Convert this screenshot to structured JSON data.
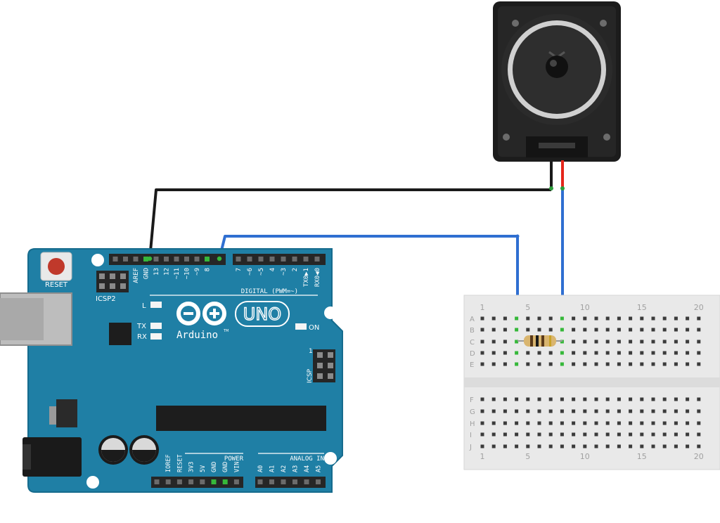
{
  "colors": {
    "board": "#1f7fa5",
    "board_edge": "#166b8d",
    "wire_black": "#1a1a1a",
    "wire_blue": "#2f6fd1",
    "wire_red": "#e5261b",
    "header": "#262626",
    "breadboard": "#e9e9e9",
    "hole": "#3b3b3b",
    "hole_active": "#36b83a",
    "speaker": "#1c1c1c",
    "silk": "#ffffff"
  },
  "arduino": {
    "reset_label": "RESET",
    "icsp2_label": "ICSP2",
    "icsp_label": "ICSP",
    "icsp_pin1": "1",
    "logo_uno": "UNO",
    "logo_name": "Arduino",
    "logo_tm": "TM",
    "led_l": "L",
    "led_tx": "TX",
    "led_rx": "RX",
    "led_on": "ON",
    "digital_label": "DIGITAL (PWM=~)",
    "power_label": "POWER",
    "analog_label": "ANALOG IN",
    "top_pins_left": [
      "AREF",
      "GND",
      "13",
      "12",
      "~11",
      "~10",
      "~9",
      "8"
    ],
    "top_pins_right": [
      "7",
      "~6",
      "~5",
      "4",
      "~3",
      "2",
      "TX0▶1",
      "RX0◀0"
    ],
    "power_pins": [
      "IOREF",
      "RESET",
      "3V3",
      "5V",
      "GND",
      "GND",
      "VIN"
    ],
    "analog_pins": [
      "A0",
      "A1",
      "A2",
      "A3",
      "A4",
      "A5"
    ]
  },
  "breadboard": {
    "rows_top": [
      "A",
      "B",
      "C",
      "D",
      "E"
    ],
    "rows_bottom": [
      "F",
      "G",
      "H",
      "I",
      "J"
    ],
    "column_numbers": [
      "1",
      "5",
      "10",
      "15",
      "20"
    ]
  },
  "components": {
    "speaker": "speaker",
    "resistor": "resistor"
  }
}
